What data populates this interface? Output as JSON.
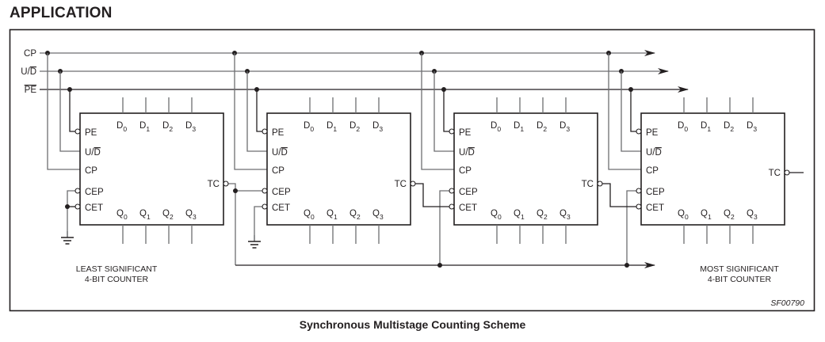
{
  "heading": "APPLICATION",
  "caption": "Synchronous Multistage Counting Scheme",
  "reference": "SF00790",
  "colors": {
    "ink": "#231f20",
    "wire_gray": "#6d6e71",
    "background": "#ffffff"
  },
  "bus": [
    {
      "id": "cp",
      "label": "CP",
      "overbar": false
    },
    {
      "id": "ud",
      "label": "U/D",
      "overbar_part": "D"
    },
    {
      "id": "pe",
      "label": "PE",
      "overbar": true
    }
  ],
  "counter": {
    "inputs_left": [
      "PE",
      "U/D",
      "CP",
      "CEP",
      "CET"
    ],
    "data_inputs": [
      {
        "base": "D",
        "sub": "0"
      },
      {
        "base": "D",
        "sub": "1"
      },
      {
        "base": "D",
        "sub": "2"
      },
      {
        "base": "D",
        "sub": "3"
      }
    ],
    "outputs": [
      {
        "base": "Q",
        "sub": "0"
      },
      {
        "base": "Q",
        "sub": "1"
      },
      {
        "base": "Q",
        "sub": "2"
      },
      {
        "base": "Q",
        "sub": "3"
      }
    ],
    "tc_label": "TC"
  },
  "stages": [
    {
      "index": 0,
      "cep": "ground",
      "cet": "ground",
      "note": [
        "LEAST SIGNIFICANT",
        "4-BIT COUNTER"
      ]
    },
    {
      "index": 1,
      "cep": "tc_stage_1",
      "cet": "ground",
      "note": []
    },
    {
      "index": 2,
      "cep": "tc_stage_1",
      "cet": "tc_stage_2",
      "note": []
    },
    {
      "index": 3,
      "cep": "tc_stage_1",
      "cet": "tc_stage_3",
      "note": [
        "MOST SIGNIFICANT",
        "4-BIT COUNTER"
      ]
    }
  ]
}
